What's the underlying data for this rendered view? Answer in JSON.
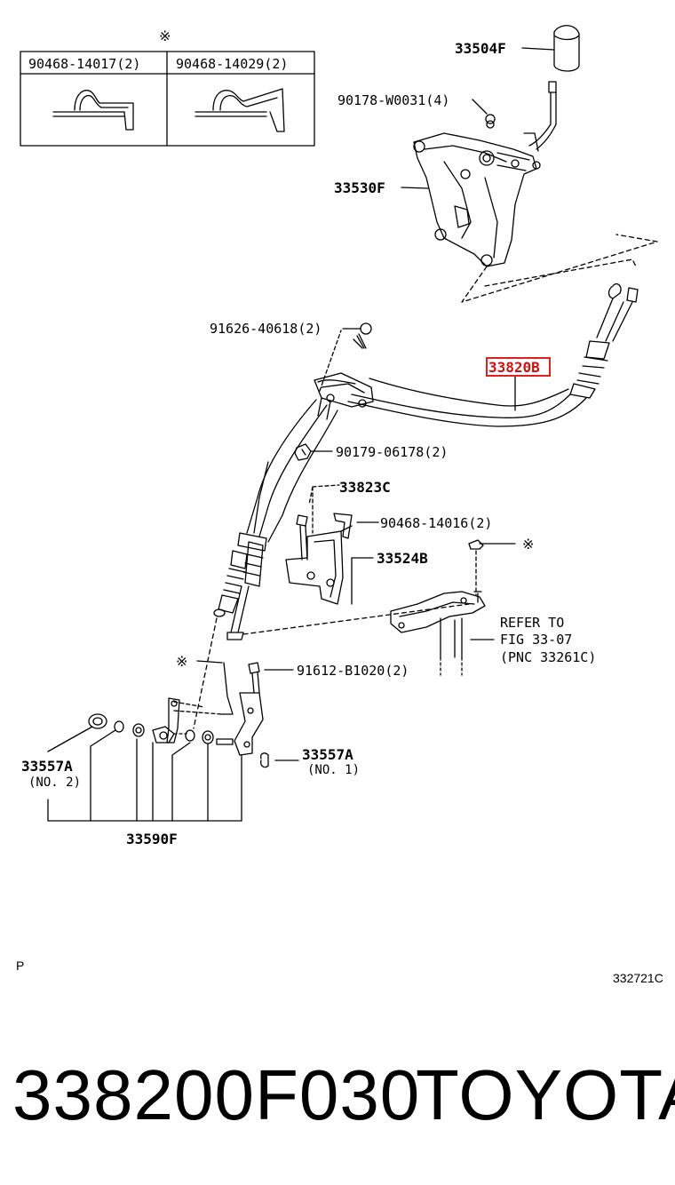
{
  "diagram": {
    "reference_mark": "※",
    "inset_table": {
      "col1": "90468-14017(2)",
      "col2": "90468-14029(2)"
    },
    "labels": {
      "knob": "33504F",
      "nut": "90178-W0031(4)",
      "shift_lever": "33530F",
      "bolt_top": "91626-40618(2)",
      "cable": "33820B",
      "nut_mid": "90179-06178(2)",
      "bracket_cover": "33823C",
      "clip": "90468-14016(2)",
      "bracket": "33524B",
      "refer_line1": "REFER TO",
      "refer_line2": "FIG 33-07",
      "refer_line3": "(PNC 33261C)",
      "bolt_low": "91612-B1020(2)",
      "bushing_no2": "33557A",
      "bushing_no2_sub": "(NO. 2)",
      "bushing_no1": "33557A",
      "bushing_no1_sub": "(NO. 1)",
      "kit": "33590F"
    },
    "corner_left": "P",
    "corner_right": "332721C",
    "highlight_color": "#e02020"
  },
  "footer": {
    "part_number": "338200F030",
    "brand": "TOYOTA"
  }
}
